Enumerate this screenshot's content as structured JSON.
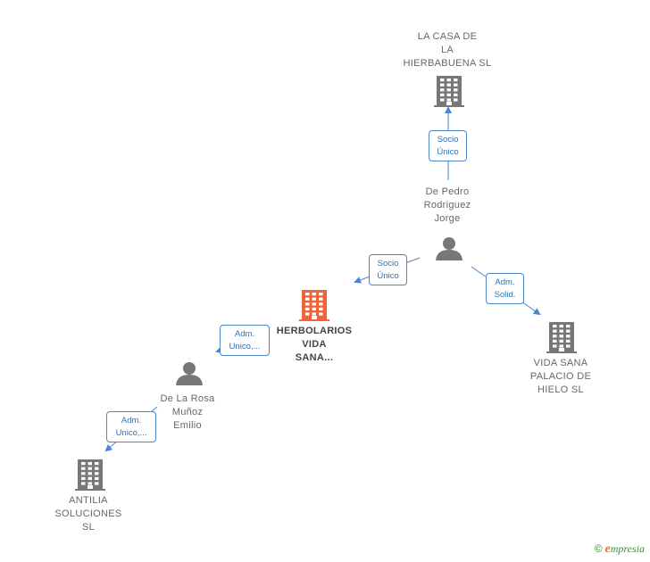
{
  "nodes": [
    {
      "id": "casa",
      "type": "company",
      "label_lines": [
        "LA CASA DE",
        "LA",
        "HIERBABUENA SL"
      ],
      "color": "#777777"
    },
    {
      "id": "pedro",
      "type": "person",
      "label_lines": [
        "De Pedro",
        "Rodriguez",
        "Jorge"
      ],
      "color": "#777777"
    },
    {
      "id": "herbolarios",
      "type": "company",
      "label_lines": [
        "HERBOLARIOS",
        "VIDA",
        "SANA..."
      ],
      "color": "#f0643a",
      "highlight": true
    },
    {
      "id": "vidasana",
      "type": "company",
      "label_lines": [
        "VIDA SANA",
        "PALACIO DE",
        "HIELO  SL"
      ],
      "color": "#777777"
    },
    {
      "id": "delarosa",
      "type": "person",
      "label_lines": [
        "De La Rosa",
        "Muñoz",
        "Emilio"
      ],
      "color": "#777777"
    },
    {
      "id": "antilia",
      "type": "company",
      "label_lines": [
        "ANTILIA",
        "SOLUCIONES",
        "SL"
      ],
      "color": "#777777"
    }
  ],
  "edges": [
    {
      "from": "pedro",
      "to": "casa",
      "label_lines": [
        "Socio",
        "Único"
      ]
    },
    {
      "from": "pedro",
      "to": "herbolarios",
      "label_lines": [
        "Socio",
        "Único"
      ]
    },
    {
      "from": "pedro",
      "to": "vidasana",
      "label_lines": [
        "Adm.",
        "Solid."
      ]
    },
    {
      "from": "delarosa",
      "to": "herbolarios",
      "label_lines": [
        "Adm.",
        "Unico,..."
      ]
    },
    {
      "from": "delarosa",
      "to": "antilia",
      "label_lines": [
        "Adm.",
        "Unico,..."
      ]
    }
  ],
  "colors": {
    "edge": "#4a86c8",
    "icon": "#777777",
    "highlight": "#f0643a"
  },
  "footer": {
    "copyright": "©",
    "brand_first": "e",
    "brand_rest": "mpresia"
  }
}
